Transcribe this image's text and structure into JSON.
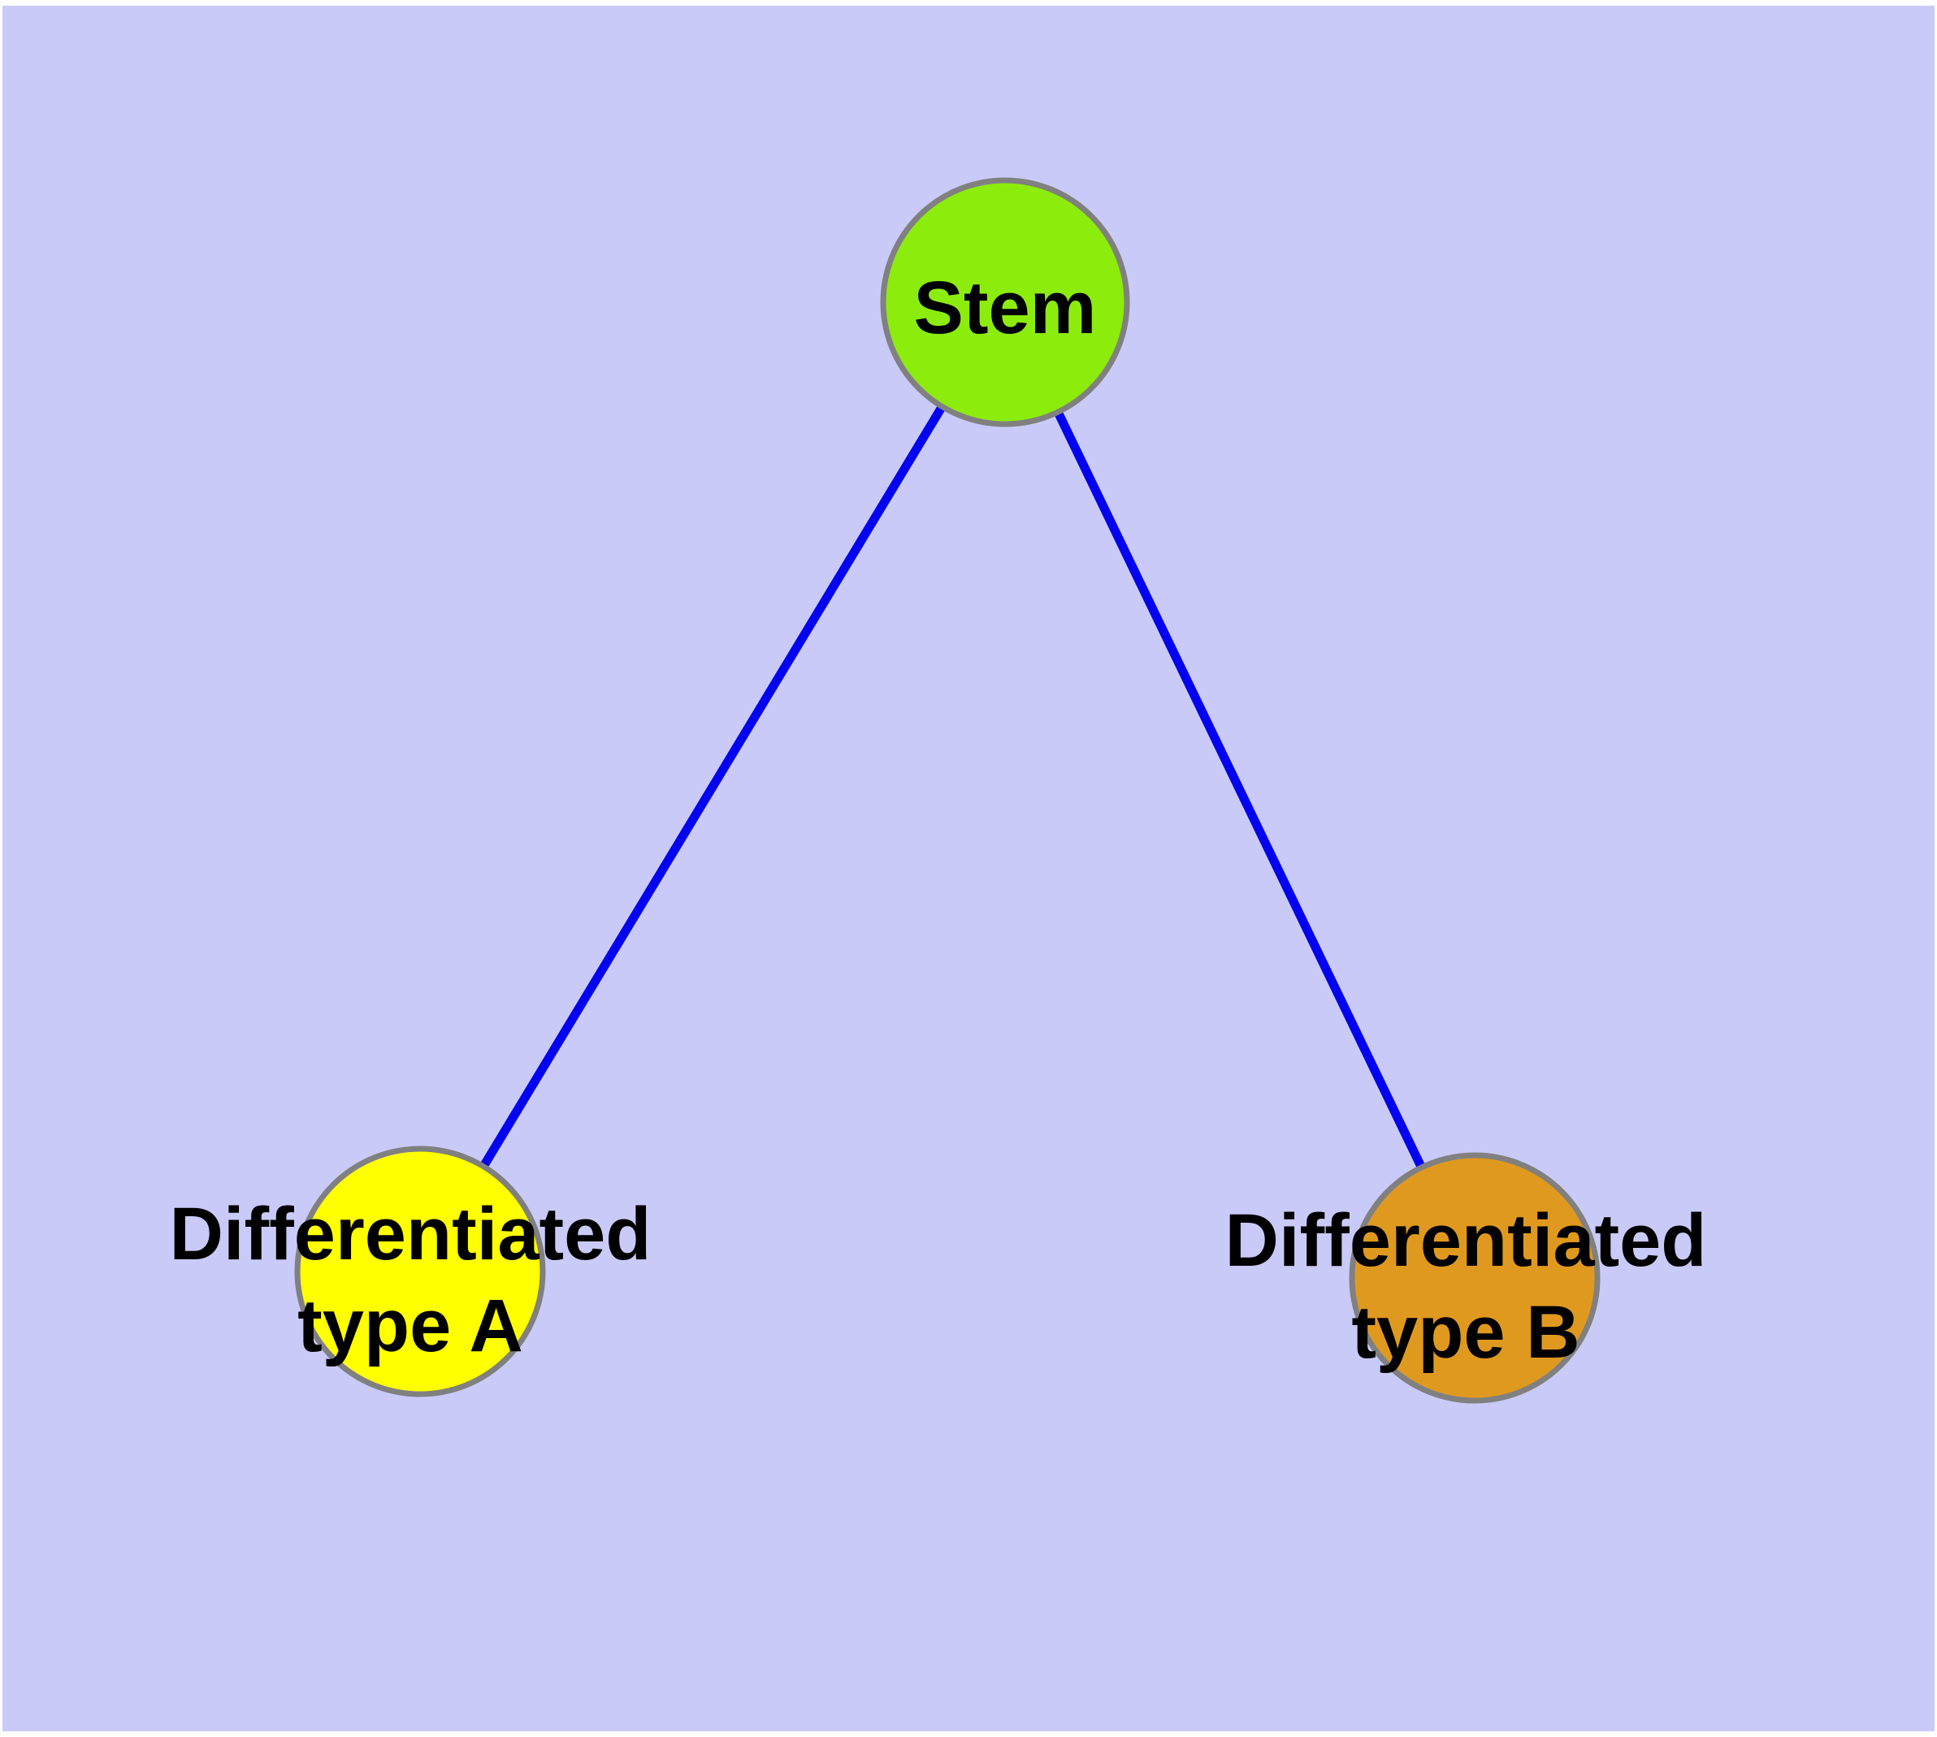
{
  "diagram": {
    "description": "Stem cell differentiation graph: one stem node linked to two differentiated cell type nodes",
    "background_color": "#CACAF8",
    "outer_margin_color": "#FFFFFF",
    "node_border_color": "#808080",
    "edge_color": "#0303F0",
    "label_color": "#000000",
    "nodes": [
      {
        "id": "stem",
        "label": "Stem",
        "lines": [
          "Stem"
        ],
        "fill": "#8CEC0C",
        "shape": "circle"
      },
      {
        "id": "differentiated-type-a",
        "label": "Differentiated type A",
        "lines": [
          "Differentiated",
          "type A"
        ],
        "fill": "#FFFF00",
        "shape": "circle"
      },
      {
        "id": "differentiated-type-b",
        "label": "Differentiated type B",
        "lines": [
          "Differentiated",
          "type B"
        ],
        "fill": "#E0991F",
        "shape": "circle"
      }
    ],
    "edges": [
      {
        "from": "Stem",
        "to": "Differentiated type A"
      },
      {
        "from": "Stem",
        "to": "Differentiated type B"
      }
    ]
  }
}
